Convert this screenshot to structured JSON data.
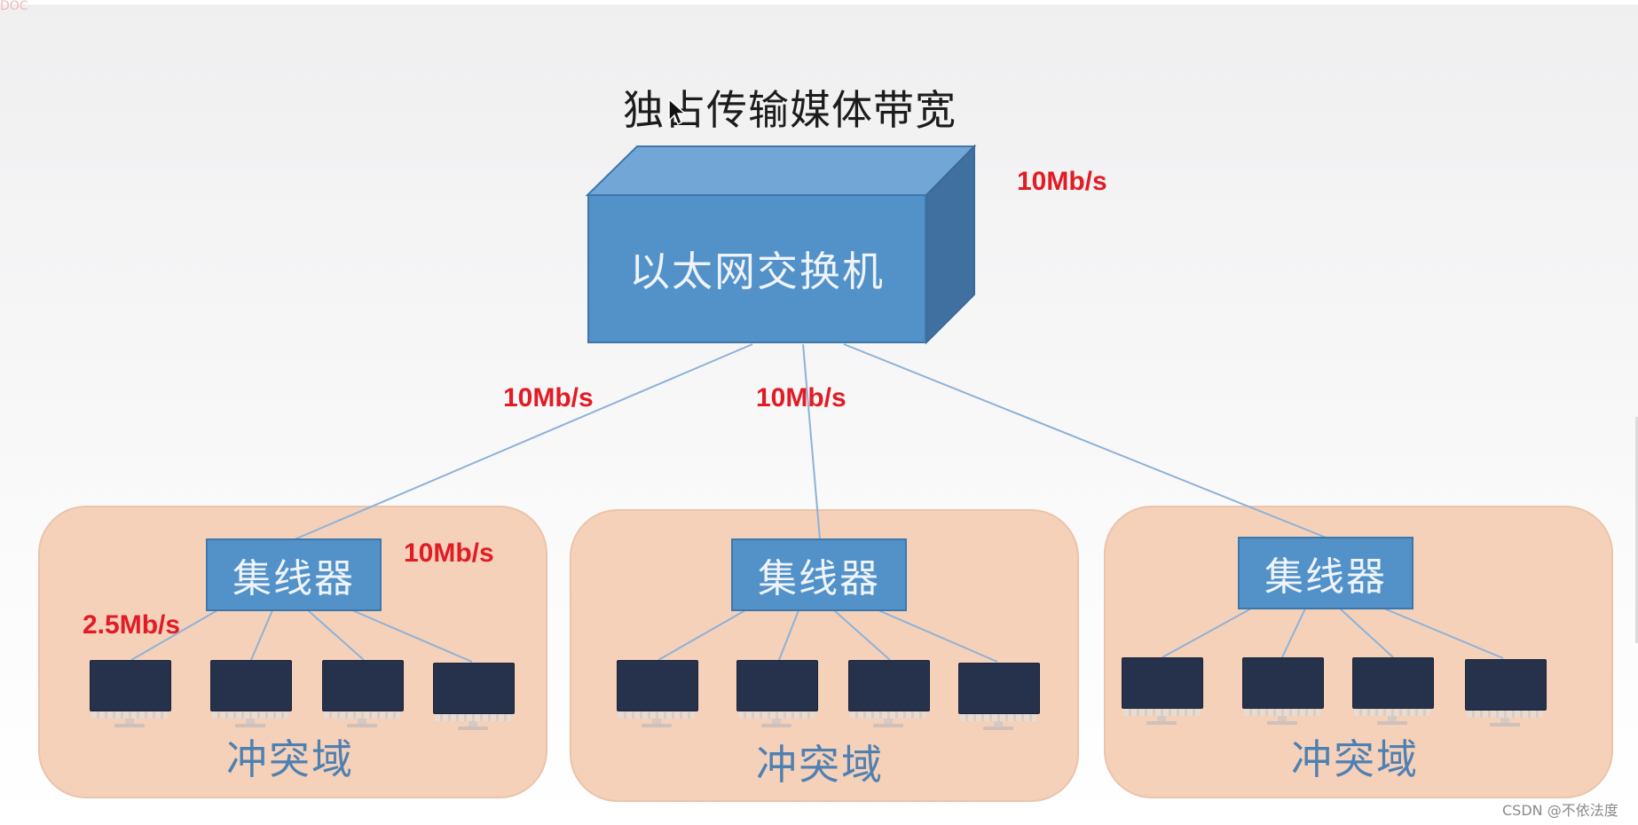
{
  "title": "独占传输媒体带宽",
  "switch": {
    "label": "以太网交换机"
  },
  "rates": {
    "switch_side": "10Mb/s",
    "link_left": "10Mb/s",
    "link_middle": "10Mb/s",
    "hub_left": "10Mb/s",
    "host_left": "2.5Mb/s"
  },
  "domains": [
    {
      "hub_label": "集线器",
      "domain_label": "冲突域"
    },
    {
      "hub_label": "集线器",
      "domain_label": "冲突域"
    },
    {
      "hub_label": "集线器",
      "domain_label": "冲突域"
    }
  ],
  "watermark": "CSDN @不依法度",
  "colors": {
    "node_blue": "#5391c9",
    "rate_red": "#e21b25",
    "domain_fill": "#f5d1ba",
    "link_blue": "#8eb2d6",
    "monitor": "#26324b"
  }
}
